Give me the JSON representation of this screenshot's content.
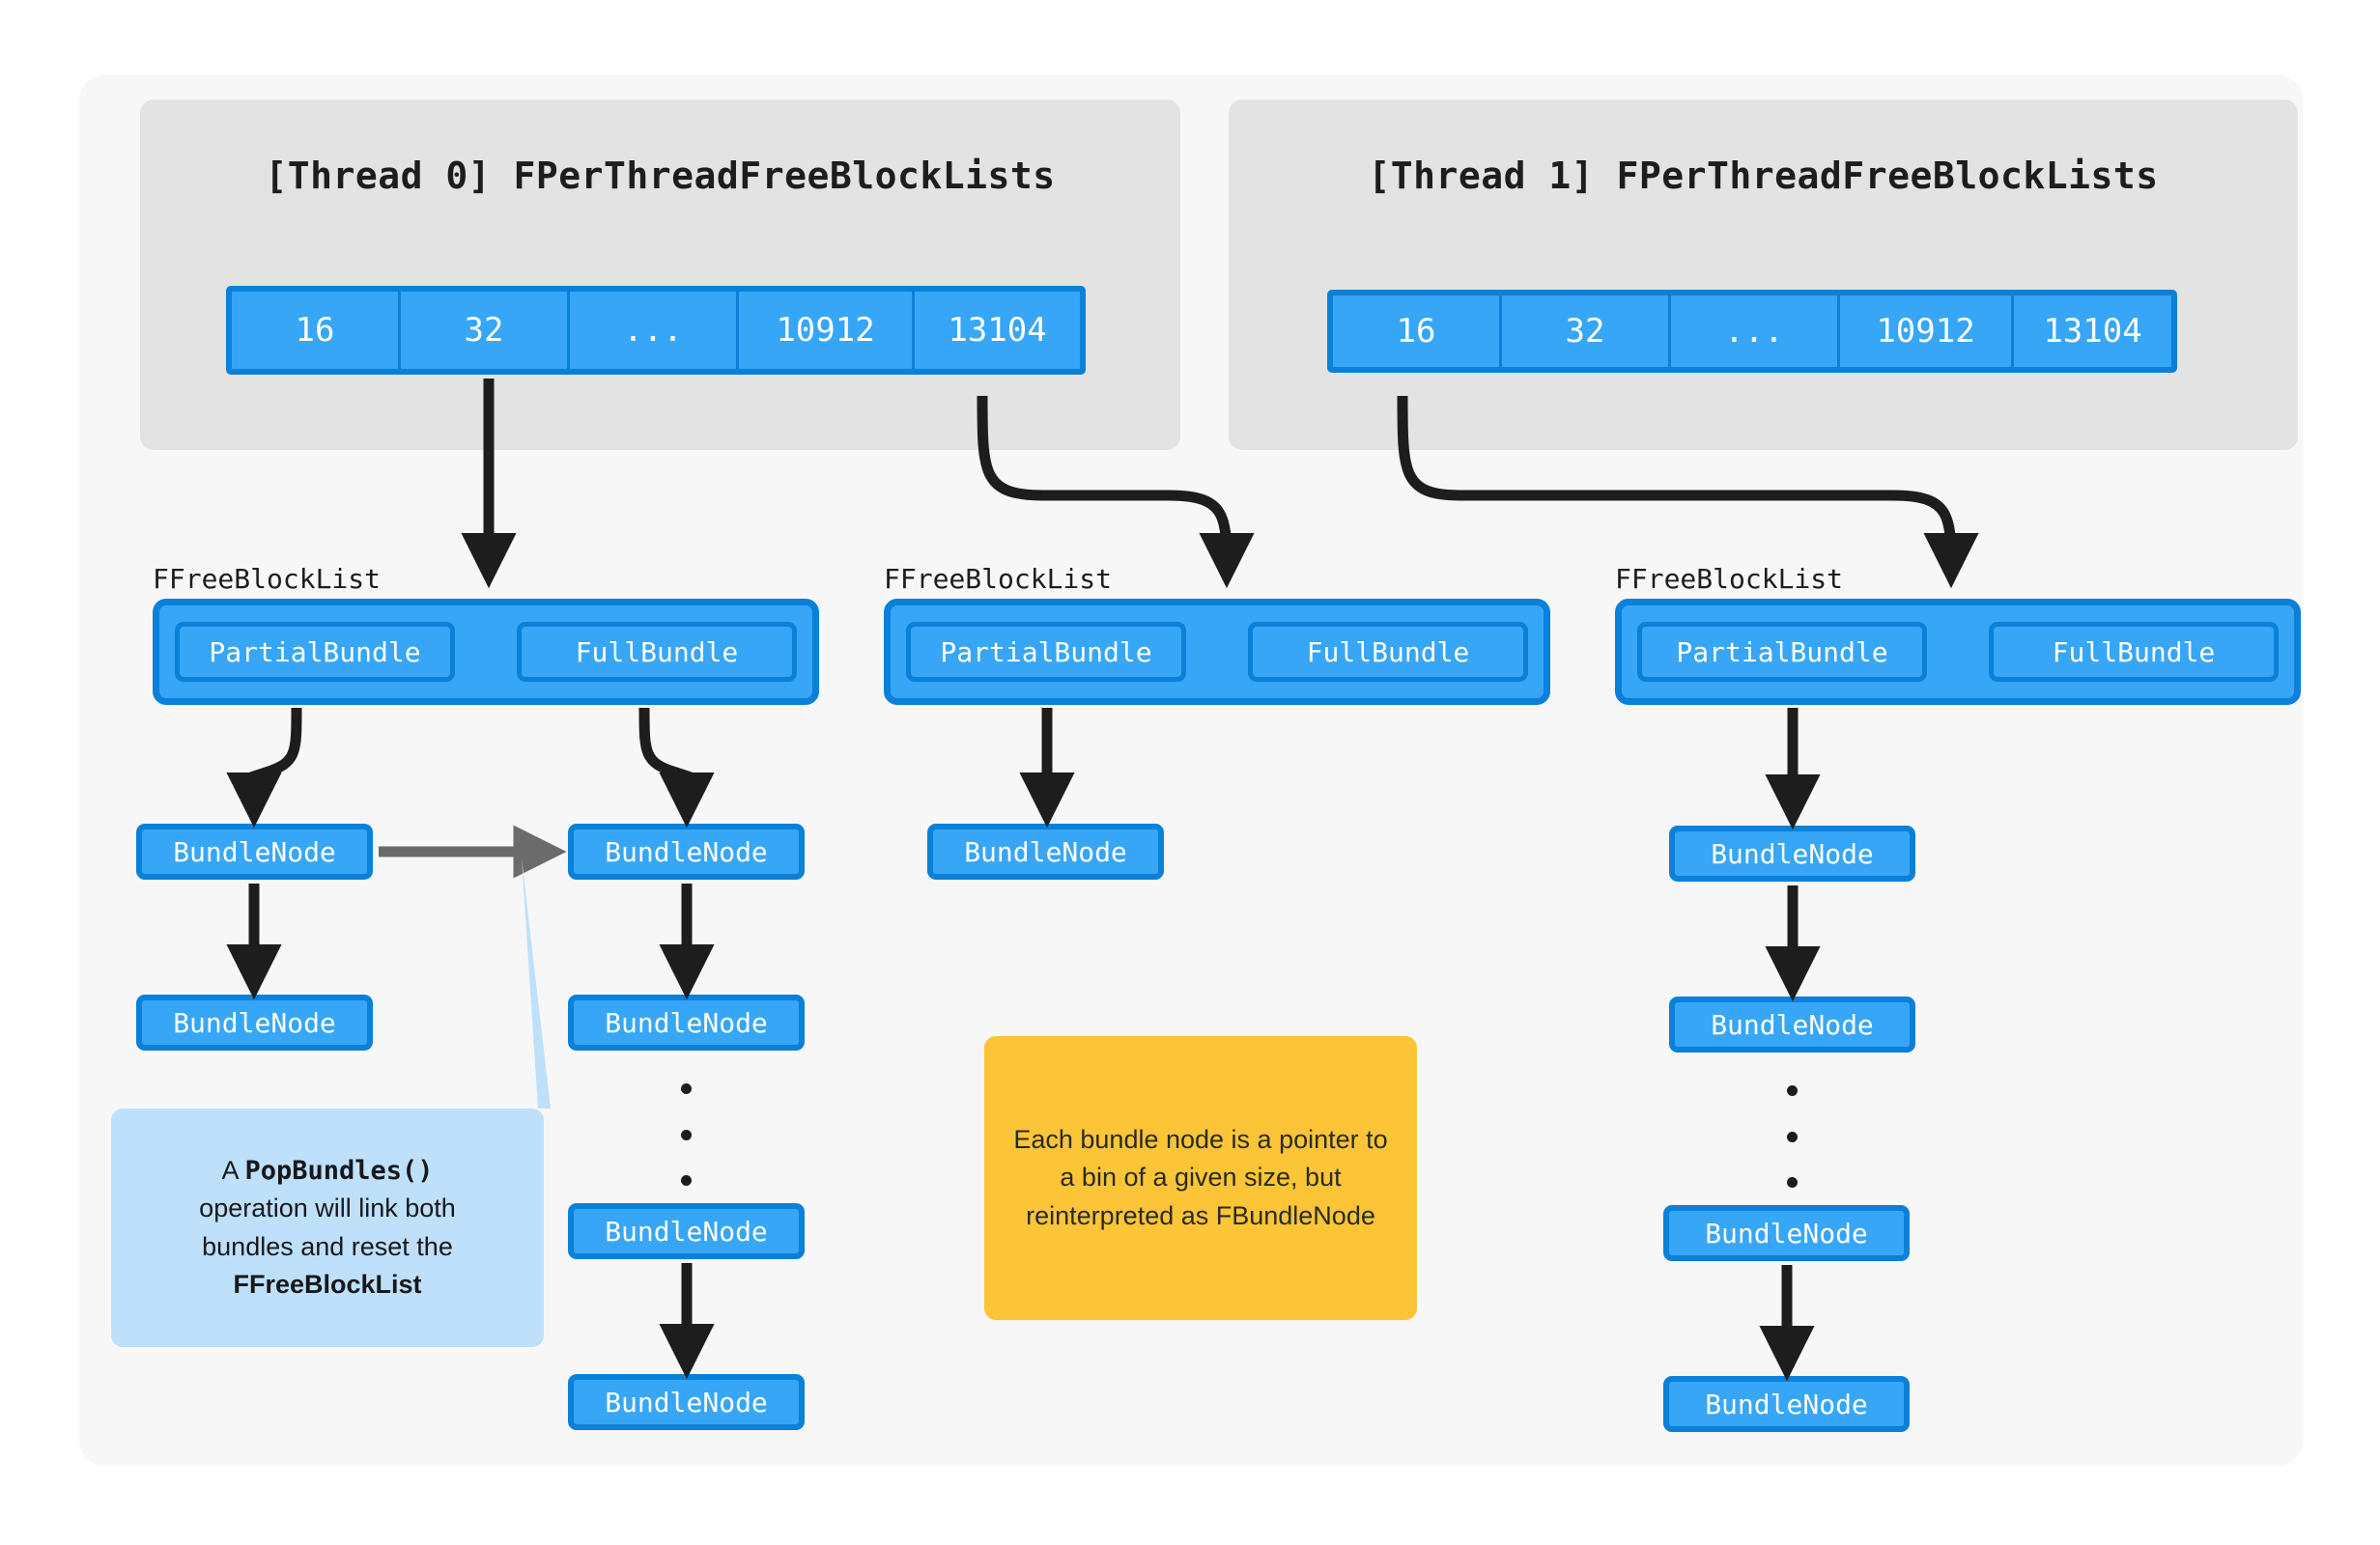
{
  "canvas": {
    "background": "#f7f7f8",
    "panel_background": "#e3e3e3",
    "accent_blue": "#37a6f7",
    "accent_blue_dark": "#0b80d8",
    "callout_blue": "#bfe0fb",
    "callout_yellow": "#fcc537",
    "arrow_black": "#1d1d1d",
    "arrow_gray": "#6b6b6b"
  },
  "threads": [
    {
      "title": "[Thread 0] FPerThreadFreeBlockLists",
      "sizes": [
        "16",
        "32",
        "...",
        "10912",
        "13104"
      ]
    },
    {
      "title": "[Thread 1] FPerThreadFreeBlockLists",
      "sizes": [
        "16",
        "32",
        "...",
        "10912",
        "13104"
      ]
    }
  ],
  "free_block_lists": [
    {
      "label": "FFreeBlockList",
      "partial_label": "PartialBundle",
      "full_label": "FullBundle"
    },
    {
      "label": "FFreeBlockList",
      "partial_label": "PartialBundle",
      "full_label": "FullBundle"
    },
    {
      "label": "FFreeBlockList",
      "partial_label": "PartialBundle",
      "full_label": "FullBundle"
    }
  ],
  "nodes": {
    "label": "BundleNode",
    "chains": {
      "t0_partial": [
        "BundleNode",
        "BundleNode"
      ],
      "t0_full": [
        "BundleNode",
        "BundleNode",
        "BundleNode",
        "BundleNode"
      ],
      "t0_second": [
        "BundleNode"
      ],
      "t1_partial": [
        "BundleNode",
        "BundleNode",
        "BundleNode",
        "BundleNode"
      ]
    }
  },
  "callouts": {
    "popbundles": {
      "line1_a": "A ",
      "line1_code": "PopBundles()",
      "line2": "operation will link both",
      "line3": "bundles and reset the",
      "line4_bold": "FFreeBlockList"
    },
    "bundlenode": {
      "text": "Each bundle node is a pointer to a bin of a given size, but reinterpreted as FBundleNode"
    }
  }
}
